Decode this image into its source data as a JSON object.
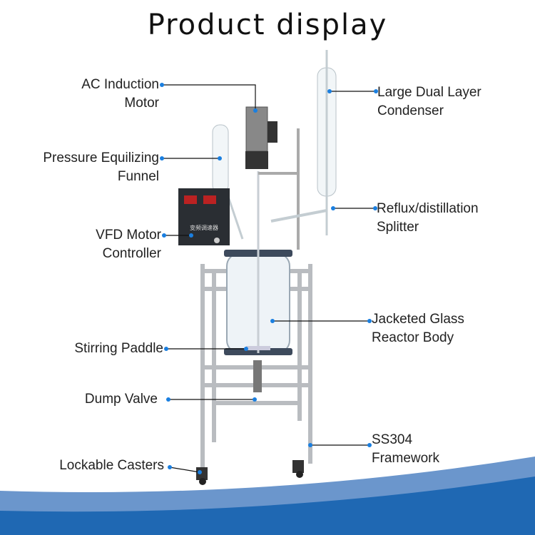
{
  "title": "Product display",
  "labels": {
    "motor": [
      "AC Induction",
      "Motor"
    ],
    "funnel": [
      "Pressure Equilizing",
      "Funnel"
    ],
    "vfd": [
      "VFD Motor",
      "Controller"
    ],
    "paddle": [
      "Stirring Paddle"
    ],
    "valve": [
      "Dump Valve"
    ],
    "casters": [
      "Lockable Casters"
    ],
    "condenser": [
      "Large Dual Layer",
      "Condenser"
    ],
    "splitter": [
      "Reflux/distillation",
      "Splitter"
    ],
    "body": [
      "Jacketed Glass",
      "Reactor Body"
    ],
    "frame": [
      "SS304",
      "Framework"
    ]
  },
  "product_image": {
    "panel_lettering": "变频调速器"
  },
  "colors": {
    "accent_dot": "#1a7fe0",
    "wave_light": "#6b96cc",
    "wave_dark": "#1f68b3"
  }
}
